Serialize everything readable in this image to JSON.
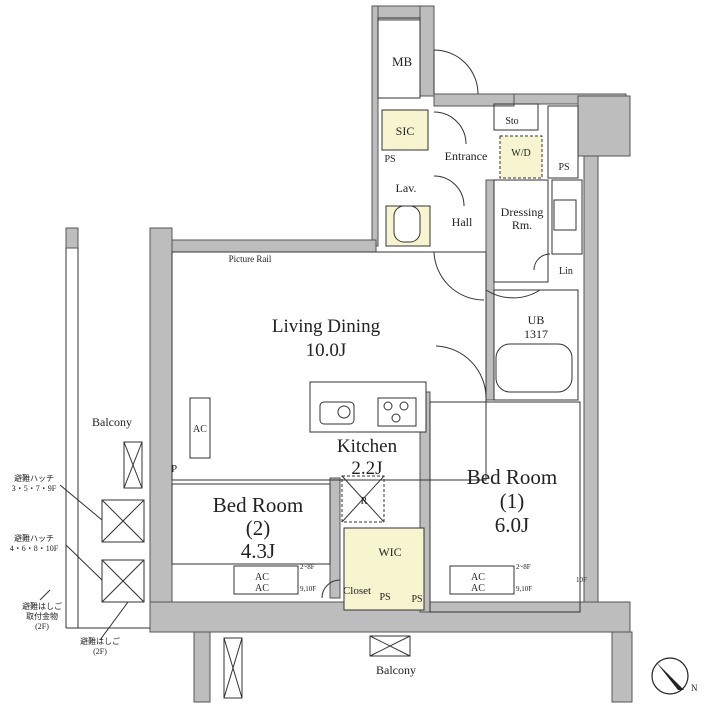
{
  "rooms": {
    "mb": "MB",
    "sic": "SIC",
    "sto": "Sto",
    "ps1": "PS",
    "ps2": "PS",
    "ps3": "PS",
    "ps4": "PS",
    "entrance": "Entrance",
    "wd": "W/D",
    "lav": "Lav.",
    "hall": "Hall",
    "dressing_1": "Dressing",
    "dressing_2": "Rm.",
    "lin": "Lin",
    "picture_rail": "Picture Rail",
    "ub_1": "UB",
    "ub_2": "1317",
    "living_1": "Living Dining",
    "living_2": "10.0J",
    "balcony_left": "Balcony",
    "balcony_bottom": "Balcony",
    "ac_left": "AC",
    "p": "P",
    "kitchen_1": "Kitchen",
    "kitchen_2": "2.2J",
    "r": "R",
    "bed1_1": "Bed Room",
    "bed1_2": "(1)",
    "bed1_3": "6.0J",
    "bed2_1": "Bed Room",
    "bed2_2": "(2)",
    "bed2_3": "4.3J",
    "wic": "WIC",
    "closet": "Closet"
  },
  "ac_units": {
    "bed2_ac1": "AC",
    "bed2_ac2": "AC",
    "bed2_floor1": "2~8F",
    "bed2_floor2": "9,10F",
    "bed1_ac1": "AC",
    "bed1_ac2": "AC",
    "bed1_floor1": "2~8F",
    "bed1_floor2": "9,10F",
    "bed1_floor3": "10F"
  },
  "notes": {
    "hatch1_a": "避難ハッチ",
    "hatch1_b": "3・5・7・9F",
    "hatch2_a": "避難ハッチ",
    "hatch2_b": "4・6・8・10F",
    "ladder_a_1": "避難はしご",
    "ladder_a_2": "取付金物",
    "ladder_a_3": "(2F)",
    "ladder_b_1": "避難はしご",
    "ladder_b_2": "(2F)"
  },
  "compass": {
    "label": "N"
  }
}
